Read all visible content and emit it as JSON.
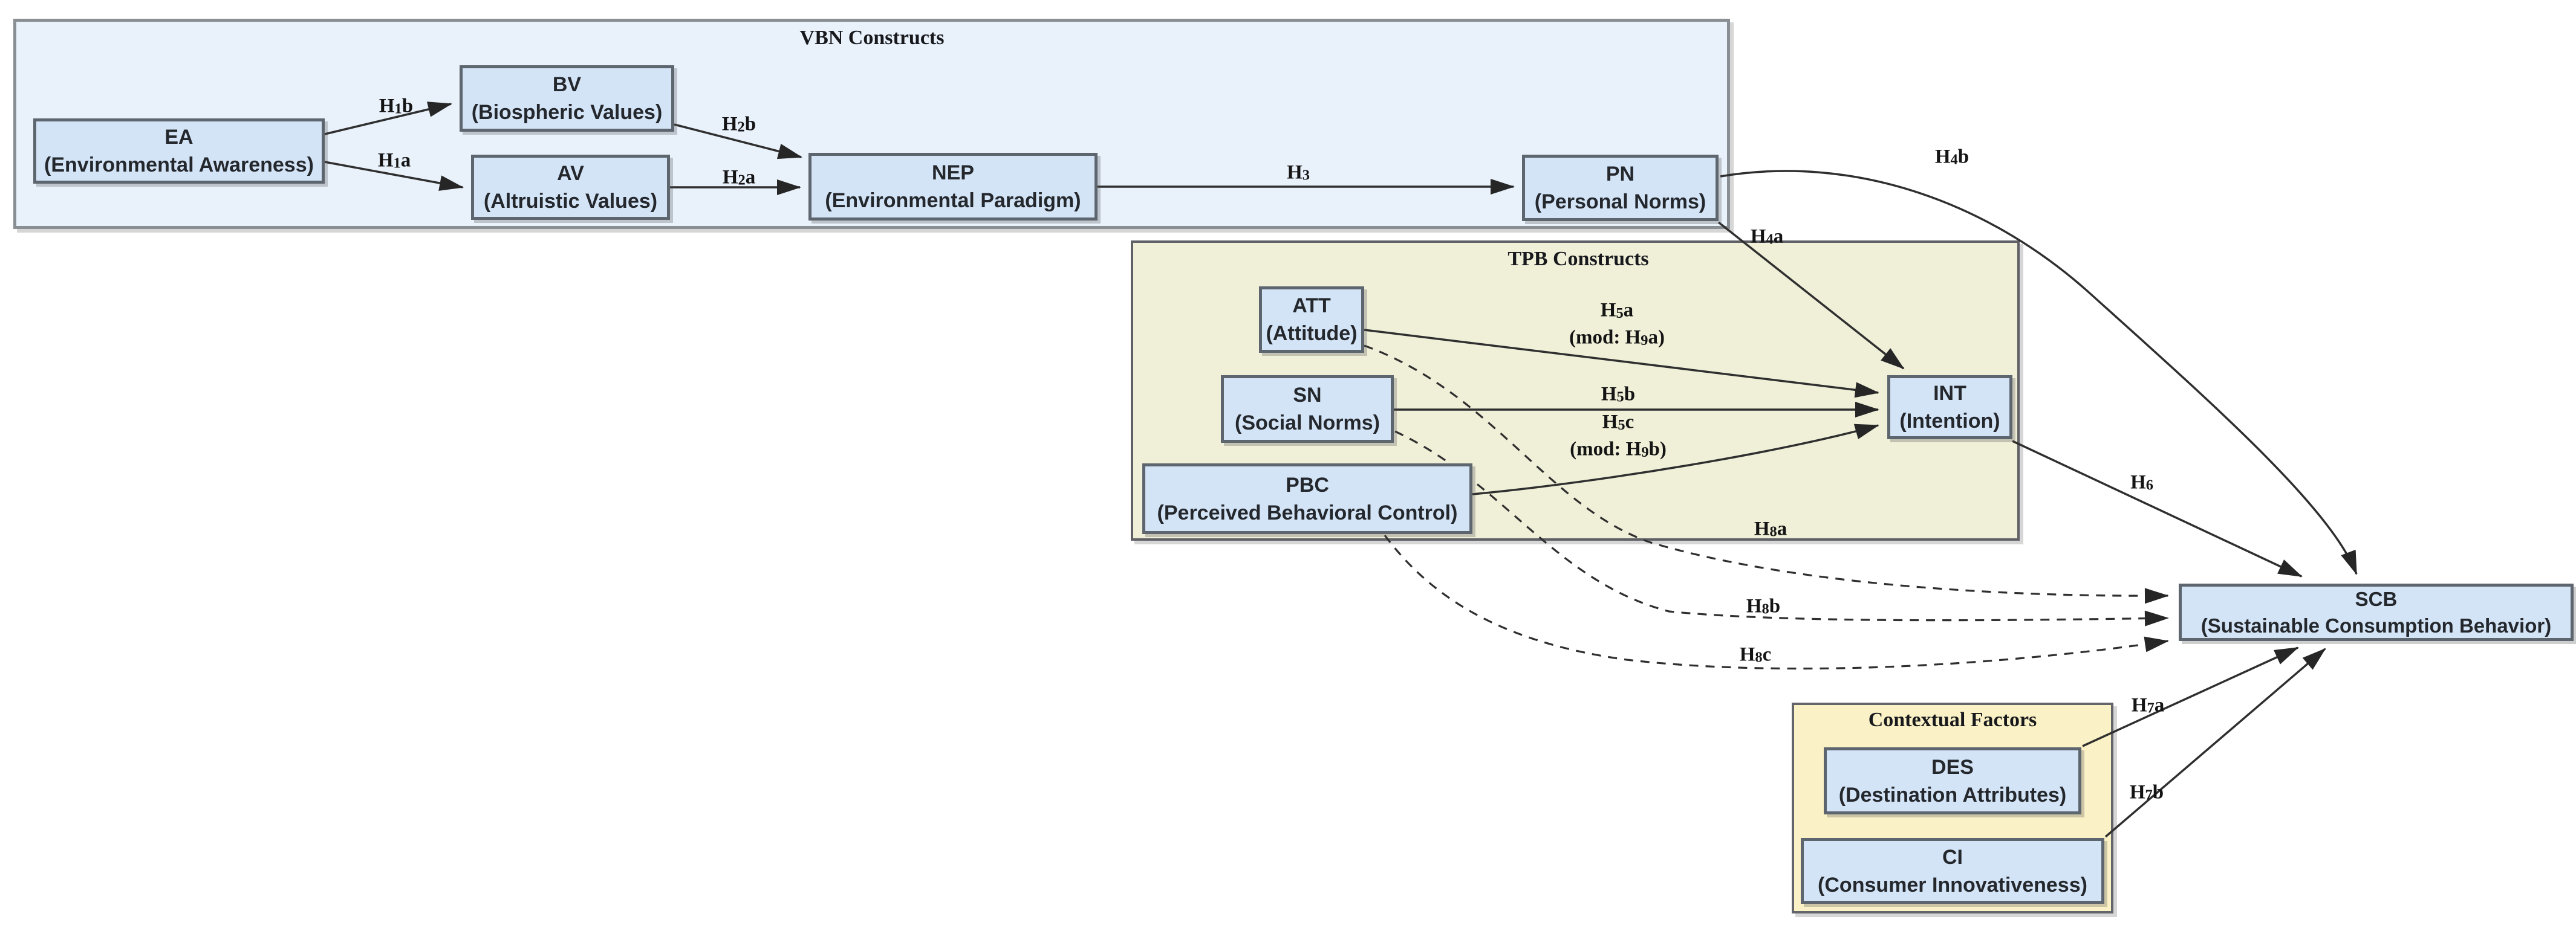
{
  "groups": {
    "vbn": {
      "label": "VBN Constructs"
    },
    "tpb": {
      "label": "TPB Constructs"
    },
    "ctx": {
      "label": "Contextual Factors"
    }
  },
  "nodes": {
    "ea": {
      "abbr": "EA",
      "label": "(Environmental Awareness)"
    },
    "bv": {
      "abbr": "BV",
      "label": "(Biospheric Values)"
    },
    "av": {
      "abbr": "AV",
      "label": "(Altruistic Values)"
    },
    "nep": {
      "abbr": "NEP",
      "label": "(Environmental Paradigm)"
    },
    "pn": {
      "abbr": "PN",
      "label": "(Personal Norms)"
    },
    "att": {
      "abbr": "ATT",
      "label": "(Attitude)"
    },
    "sn": {
      "abbr": "SN",
      "label": "(Social Norms)"
    },
    "pbc": {
      "abbr": "PBC",
      "label": "(Perceived Behavioral Control)"
    },
    "int": {
      "abbr": "INT",
      "label": "(Intention)"
    },
    "scb": {
      "abbr": "SCB",
      "label": "(Sustainable Consumption Behavior)"
    },
    "des": {
      "abbr": "DES",
      "label": "(Destination Attributes)"
    },
    "ci": {
      "abbr": "CI",
      "label": "(Consumer Innovativeness)"
    }
  },
  "edges": {
    "h1a": {
      "label": "H1a"
    },
    "h1b": {
      "label": "H1b"
    },
    "h2a": {
      "label": "H2a"
    },
    "h2b": {
      "label": "H2b"
    },
    "h3": {
      "label": "H3"
    },
    "h4a": {
      "label": "H4a"
    },
    "h4b": {
      "label": "H4b"
    },
    "h5a": {
      "label": "H5a",
      "mod": "(mod: H9a)"
    },
    "h5b": {
      "label": "H5b"
    },
    "h5c": {
      "label": "H5c",
      "mod": "(mod: H9b)"
    },
    "h6": {
      "label": "H6"
    },
    "h7a": {
      "label": "H7a"
    },
    "h7b": {
      "label": "H7b"
    },
    "h8a": {
      "label": "H8a"
    },
    "h8b": {
      "label": "H8b"
    },
    "h8c": {
      "label": "H8c"
    }
  },
  "colors": {
    "node_fill": "#d4e4f7",
    "node_border": "#5d656e",
    "vbn_fill": "#e9f1fb",
    "tpb_fill": "#f0efd8",
    "ctx_fill": "#fbf1c6",
    "arrow": "#2f2f2f"
  }
}
